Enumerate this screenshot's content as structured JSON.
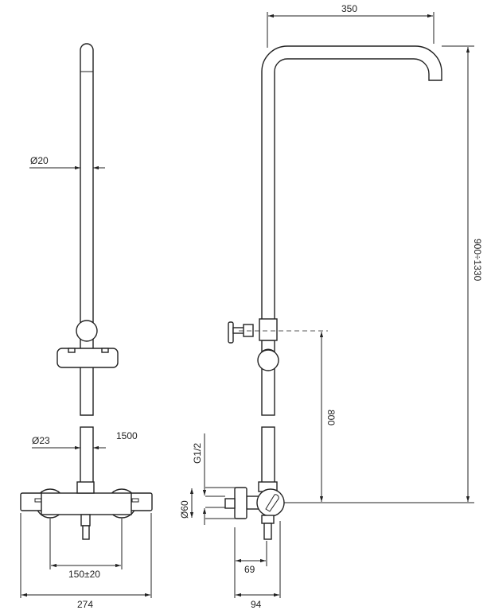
{
  "dimensions": {
    "top_reach": "350",
    "height_range": "900÷1330",
    "valve_height": "800",
    "rod_diameter": "Ø20",
    "lower_rod_diameter": "Ø23",
    "hose_length": "1500",
    "inlet_thread": "G1/2",
    "escutcheon_diameter": "Ø60",
    "inlet_spacing": "150±20",
    "mixer_width": "274",
    "depth_inner": "69",
    "depth_outer": "94"
  }
}
